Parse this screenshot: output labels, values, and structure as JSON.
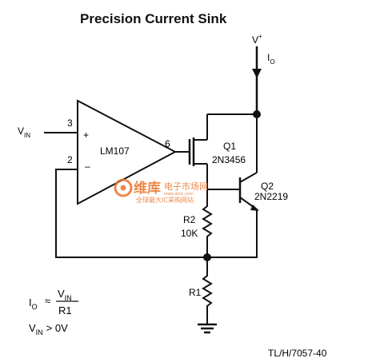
{
  "title": "Precision Current Sink",
  "supply": {
    "label": "V",
    "sup": "+"
  },
  "output_current": {
    "label": "I",
    "sub": "O"
  },
  "input": {
    "label": "V",
    "sub": "IN"
  },
  "opamp": {
    "name": "LM107",
    "pin_noninv": "3",
    "pin_inv": "2",
    "pin_out": "6",
    "plus_sign": "+",
    "minus_sign": "–"
  },
  "q1": {
    "ref": "Q1",
    "part": "2N3456"
  },
  "q2": {
    "ref": "Q2",
    "part": "2N2219"
  },
  "r2": {
    "ref": "R2",
    "value": "10K"
  },
  "r1": {
    "ref": "R1"
  },
  "equation": {
    "lhs": "I",
    "lhs_sub": "O",
    "approx": "≈",
    "num": "V",
    "num_sub": "IN",
    "den": "R1",
    "cond_lhs": "V",
    "cond_sub": "IN",
    "cond_rest": "> 0V"
  },
  "watermark": {
    "brand": "维库",
    "text": "电子市场网",
    "domain": "www.dzsc.com",
    "slogan": "全球最大IC采购网站",
    "color": "#e8742a"
  },
  "figure_code": "TL/H/7057-40"
}
